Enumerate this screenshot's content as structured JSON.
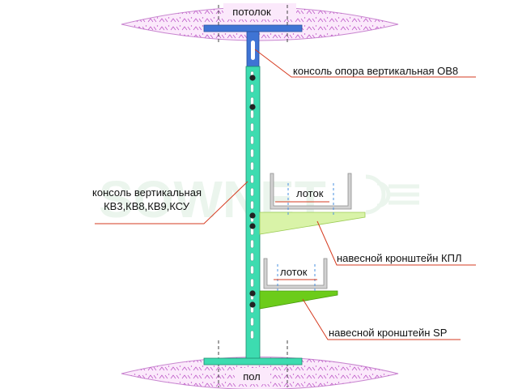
{
  "labels": {
    "ceiling": "потолок",
    "floor": "пол",
    "support": "консоль опора вертикальная ОВ8",
    "console_line1": "консоль вертикальная",
    "console_line2": "КВ3,КВ8,КВ9,КСУ",
    "tray_upper": "лоток",
    "tray_lower": "лоток",
    "bracket_kpl": "навесной кронштейн КПЛ",
    "bracket_sp": "навесной кронштейн SP"
  },
  "watermark": "SOWNET",
  "colors": {
    "console": "#3ddcb0",
    "support": "#3f74d4",
    "slab_fill": "#fbe9fb",
    "slab_pattern": "#b94fc4",
    "bracket_kpl": "#d9f3a8",
    "bracket_sp": "#6ccc1a",
    "tray": "#a0a0a0",
    "leader": "#d63b20",
    "dash": "#444444",
    "tray_axis": "#4a90e2",
    "dot": "#222222"
  }
}
